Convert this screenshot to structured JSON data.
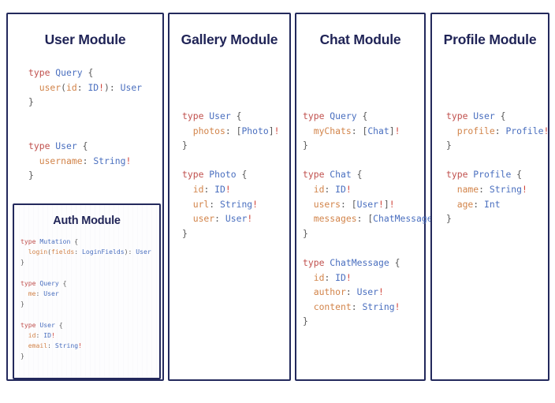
{
  "colors": {
    "page_background": "#ffffff",
    "card_border": "#23295c",
    "card_background": "#ffffff",
    "title": "#1f2356",
    "keyword": "#c0504d",
    "type_name": "#4a6fbf",
    "field_name": "#d2844a",
    "punctuation": "#5a5a5a",
    "non_null_bang": "#d0453b"
  },
  "modules": {
    "user": {
      "title": "User Module",
      "code_lines": [
        [
          {
            "t": "type",
            "c": "kw"
          },
          {
            "t": " ",
            "c": "punct"
          },
          {
            "t": "Query",
            "c": "type"
          },
          {
            "t": " {",
            "c": "punct"
          }
        ],
        [
          {
            "t": "  ",
            "c": "punct"
          },
          {
            "t": "user",
            "c": "field"
          },
          {
            "t": "(",
            "c": "punct"
          },
          {
            "t": "id",
            "c": "field"
          },
          {
            "t": ": ",
            "c": "punct"
          },
          {
            "t": "ID",
            "c": "type"
          },
          {
            "t": "!",
            "c": "bang"
          },
          {
            "t": "): ",
            "c": "punct"
          },
          {
            "t": "User",
            "c": "type"
          }
        ],
        [
          {
            "t": "}",
            "c": "punct"
          }
        ],
        [
          {
            "t": "",
            "c": "punct"
          }
        ],
        [
          {
            "t": "",
            "c": "punct"
          }
        ],
        [
          {
            "t": "type",
            "c": "kw"
          },
          {
            "t": " ",
            "c": "punct"
          },
          {
            "t": "User",
            "c": "type"
          },
          {
            "t": " {",
            "c": "punct"
          }
        ],
        [
          {
            "t": "  ",
            "c": "punct"
          },
          {
            "t": "username",
            "c": "field"
          },
          {
            "t": ": ",
            "c": "punct"
          },
          {
            "t": "String",
            "c": "type"
          },
          {
            "t": "!",
            "c": "bang"
          }
        ],
        [
          {
            "t": "}",
            "c": "punct"
          }
        ]
      ]
    },
    "auth": {
      "title": "Auth Module",
      "code_lines": [
        [
          {
            "t": "type",
            "c": "kw"
          },
          {
            "t": " ",
            "c": "punct"
          },
          {
            "t": "Mutation",
            "c": "type"
          },
          {
            "t": " {",
            "c": "punct"
          }
        ],
        [
          {
            "t": "  ",
            "c": "punct"
          },
          {
            "t": "login",
            "c": "field"
          },
          {
            "t": "(",
            "c": "punct"
          },
          {
            "t": "fields",
            "c": "field"
          },
          {
            "t": ": ",
            "c": "punct"
          },
          {
            "t": "LoginFields",
            "c": "type"
          },
          {
            "t": "): ",
            "c": "punct"
          },
          {
            "t": "User",
            "c": "type"
          }
        ],
        [
          {
            "t": "}",
            "c": "punct"
          }
        ],
        [
          {
            "t": "",
            "c": "punct"
          }
        ],
        [
          {
            "t": "type",
            "c": "kw"
          },
          {
            "t": " ",
            "c": "punct"
          },
          {
            "t": "Query",
            "c": "type"
          },
          {
            "t": " {",
            "c": "punct"
          }
        ],
        [
          {
            "t": "  ",
            "c": "punct"
          },
          {
            "t": "me",
            "c": "field"
          },
          {
            "t": ": ",
            "c": "punct"
          },
          {
            "t": "User",
            "c": "type"
          }
        ],
        [
          {
            "t": "}",
            "c": "punct"
          }
        ],
        [
          {
            "t": "",
            "c": "punct"
          }
        ],
        [
          {
            "t": "type",
            "c": "kw"
          },
          {
            "t": " ",
            "c": "punct"
          },
          {
            "t": "User",
            "c": "type"
          },
          {
            "t": " {",
            "c": "punct"
          }
        ],
        [
          {
            "t": "  ",
            "c": "punct"
          },
          {
            "t": "id",
            "c": "field"
          },
          {
            "t": ": ",
            "c": "punct"
          },
          {
            "t": "ID",
            "c": "type"
          },
          {
            "t": "!",
            "c": "bang"
          }
        ],
        [
          {
            "t": "  ",
            "c": "punct"
          },
          {
            "t": "email",
            "c": "field"
          },
          {
            "t": ": ",
            "c": "punct"
          },
          {
            "t": "String",
            "c": "type"
          },
          {
            "t": "!",
            "c": "bang"
          }
        ],
        [
          {
            "t": "}",
            "c": "punct"
          }
        ]
      ]
    },
    "gallery": {
      "title": "Gallery Module",
      "code_lines": [
        [
          {
            "t": "type",
            "c": "kw"
          },
          {
            "t": " ",
            "c": "punct"
          },
          {
            "t": "User",
            "c": "type"
          },
          {
            "t": " {",
            "c": "punct"
          }
        ],
        [
          {
            "t": "  ",
            "c": "punct"
          },
          {
            "t": "photos",
            "c": "field"
          },
          {
            "t": ": ",
            "c": "punct"
          },
          {
            "t": "[",
            "c": "brk"
          },
          {
            "t": "Photo",
            "c": "type"
          },
          {
            "t": "]",
            "c": "brk"
          },
          {
            "t": "!",
            "c": "bang"
          }
        ],
        [
          {
            "t": "}",
            "c": "punct"
          }
        ],
        [
          {
            "t": "",
            "c": "punct"
          }
        ],
        [
          {
            "t": "type",
            "c": "kw"
          },
          {
            "t": " ",
            "c": "punct"
          },
          {
            "t": "Photo",
            "c": "type"
          },
          {
            "t": " {",
            "c": "punct"
          }
        ],
        [
          {
            "t": "  ",
            "c": "punct"
          },
          {
            "t": "id",
            "c": "field"
          },
          {
            "t": ": ",
            "c": "punct"
          },
          {
            "t": "ID",
            "c": "type"
          },
          {
            "t": "!",
            "c": "bang"
          }
        ],
        [
          {
            "t": "  ",
            "c": "punct"
          },
          {
            "t": "url",
            "c": "field"
          },
          {
            "t": ": ",
            "c": "punct"
          },
          {
            "t": "String",
            "c": "type"
          },
          {
            "t": "!",
            "c": "bang"
          }
        ],
        [
          {
            "t": "  ",
            "c": "punct"
          },
          {
            "t": "user",
            "c": "field"
          },
          {
            "t": ": ",
            "c": "punct"
          },
          {
            "t": "User",
            "c": "type"
          },
          {
            "t": "!",
            "c": "bang"
          }
        ],
        [
          {
            "t": "}",
            "c": "punct"
          }
        ]
      ]
    },
    "chat": {
      "title": "Chat Module",
      "code_lines": [
        [
          {
            "t": "type",
            "c": "kw"
          },
          {
            "t": " ",
            "c": "punct"
          },
          {
            "t": "Query",
            "c": "type"
          },
          {
            "t": " {",
            "c": "punct"
          }
        ],
        [
          {
            "t": "  ",
            "c": "punct"
          },
          {
            "t": "myChats",
            "c": "field"
          },
          {
            "t": ": ",
            "c": "punct"
          },
          {
            "t": "[",
            "c": "brk"
          },
          {
            "t": "Chat",
            "c": "type"
          },
          {
            "t": "]",
            "c": "brk"
          },
          {
            "t": "!",
            "c": "bang"
          }
        ],
        [
          {
            "t": "}",
            "c": "punct"
          }
        ],
        [
          {
            "t": "",
            "c": "punct"
          }
        ],
        [
          {
            "t": "type",
            "c": "kw"
          },
          {
            "t": " ",
            "c": "punct"
          },
          {
            "t": "Chat",
            "c": "type"
          },
          {
            "t": " {",
            "c": "punct"
          }
        ],
        [
          {
            "t": "  ",
            "c": "punct"
          },
          {
            "t": "id",
            "c": "field"
          },
          {
            "t": ": ",
            "c": "punct"
          },
          {
            "t": "ID",
            "c": "type"
          },
          {
            "t": "!",
            "c": "bang"
          }
        ],
        [
          {
            "t": "  ",
            "c": "punct"
          },
          {
            "t": "users",
            "c": "field"
          },
          {
            "t": ": ",
            "c": "punct"
          },
          {
            "t": "[",
            "c": "brk"
          },
          {
            "t": "User",
            "c": "type"
          },
          {
            "t": "!",
            "c": "bang"
          },
          {
            "t": "]",
            "c": "brk"
          },
          {
            "t": "!",
            "c": "bang"
          }
        ],
        [
          {
            "t": "  ",
            "c": "punct"
          },
          {
            "t": "messages",
            "c": "field"
          },
          {
            "t": ": ",
            "c": "punct"
          },
          {
            "t": "[",
            "c": "brk"
          },
          {
            "t": "ChatMessage",
            "c": "type"
          },
          {
            "t": "]",
            "c": "brk"
          },
          {
            "t": "!",
            "c": "bang"
          }
        ],
        [
          {
            "t": "}",
            "c": "punct"
          }
        ],
        [
          {
            "t": "",
            "c": "punct"
          }
        ],
        [
          {
            "t": "type",
            "c": "kw"
          },
          {
            "t": " ",
            "c": "punct"
          },
          {
            "t": "ChatMessage",
            "c": "type"
          },
          {
            "t": " {",
            "c": "punct"
          }
        ],
        [
          {
            "t": "  ",
            "c": "punct"
          },
          {
            "t": "id",
            "c": "field"
          },
          {
            "t": ": ",
            "c": "punct"
          },
          {
            "t": "ID",
            "c": "type"
          },
          {
            "t": "!",
            "c": "bang"
          }
        ],
        [
          {
            "t": "  ",
            "c": "punct"
          },
          {
            "t": "author",
            "c": "field"
          },
          {
            "t": ": ",
            "c": "punct"
          },
          {
            "t": "User",
            "c": "type"
          },
          {
            "t": "!",
            "c": "bang"
          }
        ],
        [
          {
            "t": "  ",
            "c": "punct"
          },
          {
            "t": "content",
            "c": "field"
          },
          {
            "t": ": ",
            "c": "punct"
          },
          {
            "t": "String",
            "c": "type"
          },
          {
            "t": "!",
            "c": "bang"
          }
        ],
        [
          {
            "t": "}",
            "c": "punct"
          }
        ]
      ]
    },
    "profile": {
      "title": "Profile Module",
      "code_lines": [
        [
          {
            "t": "type",
            "c": "kw"
          },
          {
            "t": " ",
            "c": "punct"
          },
          {
            "t": "User",
            "c": "type"
          },
          {
            "t": " {",
            "c": "punct"
          }
        ],
        [
          {
            "t": "  ",
            "c": "punct"
          },
          {
            "t": "profile",
            "c": "field"
          },
          {
            "t": ": ",
            "c": "punct"
          },
          {
            "t": "Profile",
            "c": "type"
          },
          {
            "t": "!",
            "c": "bang"
          }
        ],
        [
          {
            "t": "}",
            "c": "punct"
          }
        ],
        [
          {
            "t": "",
            "c": "punct"
          }
        ],
        [
          {
            "t": "type",
            "c": "kw"
          },
          {
            "t": " ",
            "c": "punct"
          },
          {
            "t": "Profile",
            "c": "type"
          },
          {
            "t": " {",
            "c": "punct"
          }
        ],
        [
          {
            "t": "  ",
            "c": "punct"
          },
          {
            "t": "name",
            "c": "field"
          },
          {
            "t": ": ",
            "c": "punct"
          },
          {
            "t": "String",
            "c": "type"
          },
          {
            "t": "!",
            "c": "bang"
          }
        ],
        [
          {
            "t": "  ",
            "c": "punct"
          },
          {
            "t": "age",
            "c": "field"
          },
          {
            "t": ": ",
            "c": "punct"
          },
          {
            "t": "Int",
            "c": "type"
          }
        ],
        [
          {
            "t": "}",
            "c": "punct"
          }
        ]
      ]
    }
  }
}
